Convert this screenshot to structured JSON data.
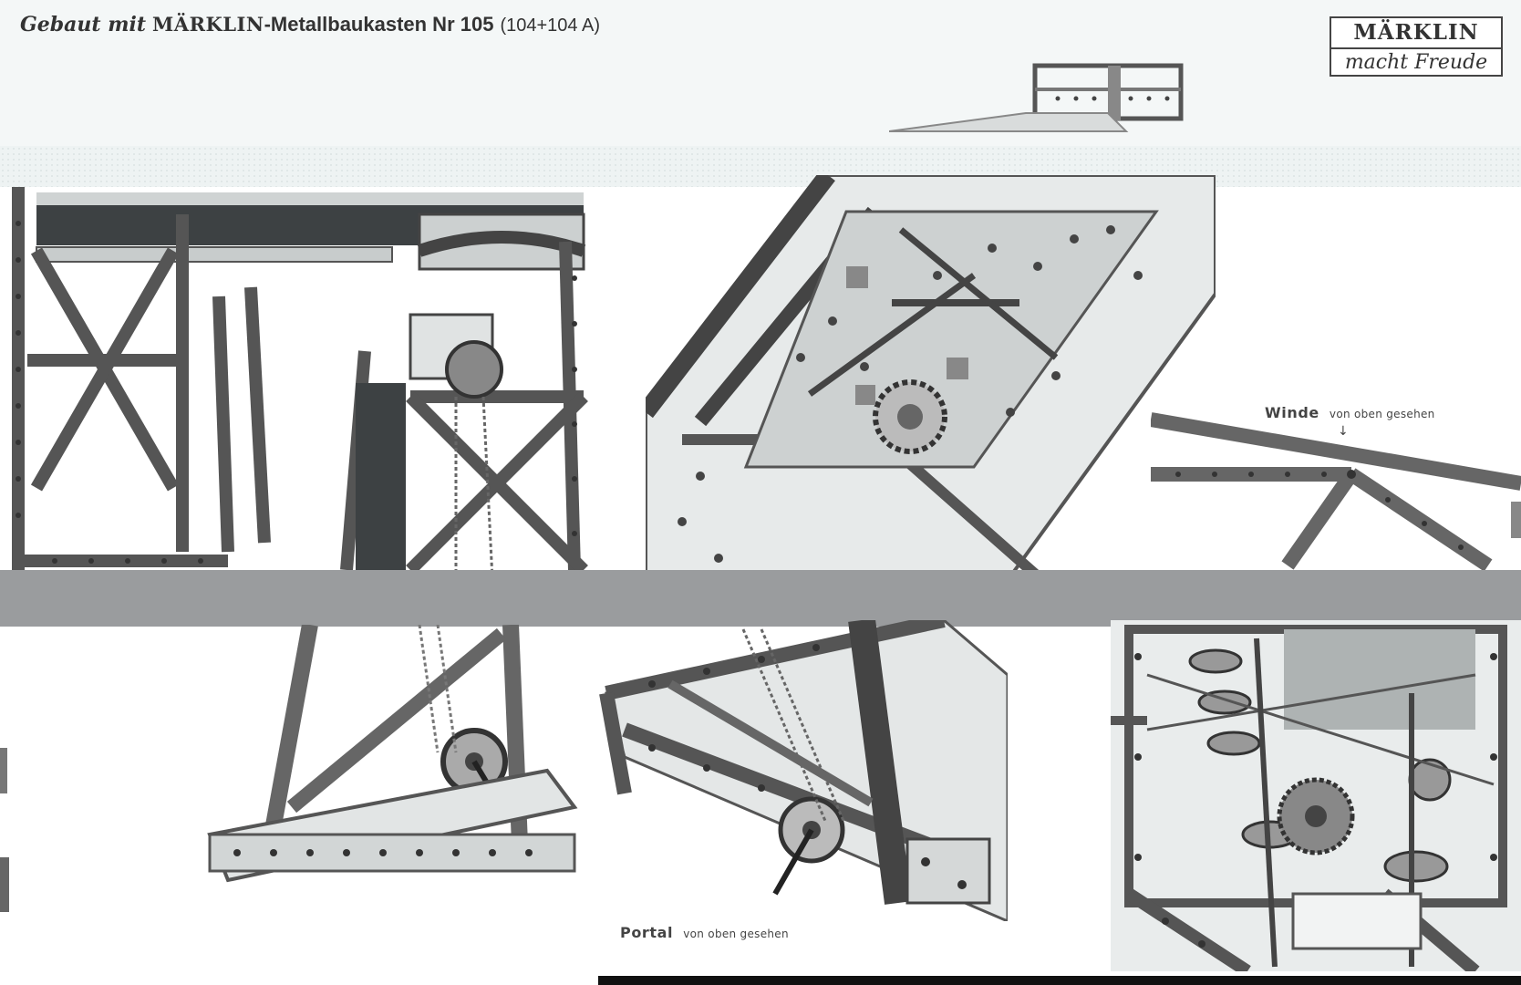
{
  "header": {
    "title_lead": "Gebaut mit",
    "title_brand": "MÄRKLIN",
    "title_rest": "-Metallbaukasten Nr 105",
    "title_paren": "(104+104 A)"
  },
  "logo": {
    "brand": "MÄRKLIN",
    "slogan": "macht Freude"
  },
  "captions": {
    "winde": {
      "main": "Winde",
      "sub": "von oben gesehen",
      "arrow": "↓"
    },
    "portal": {
      "main": "Portal",
      "sub": "von oben gesehen"
    }
  },
  "colors": {
    "band_gray": "#9a9c9e",
    "ink": "#3a3f42",
    "paper": "#ffffff",
    "header_band": "#f4f7f7"
  },
  "icons": [
    "arrow-down-icon"
  ]
}
